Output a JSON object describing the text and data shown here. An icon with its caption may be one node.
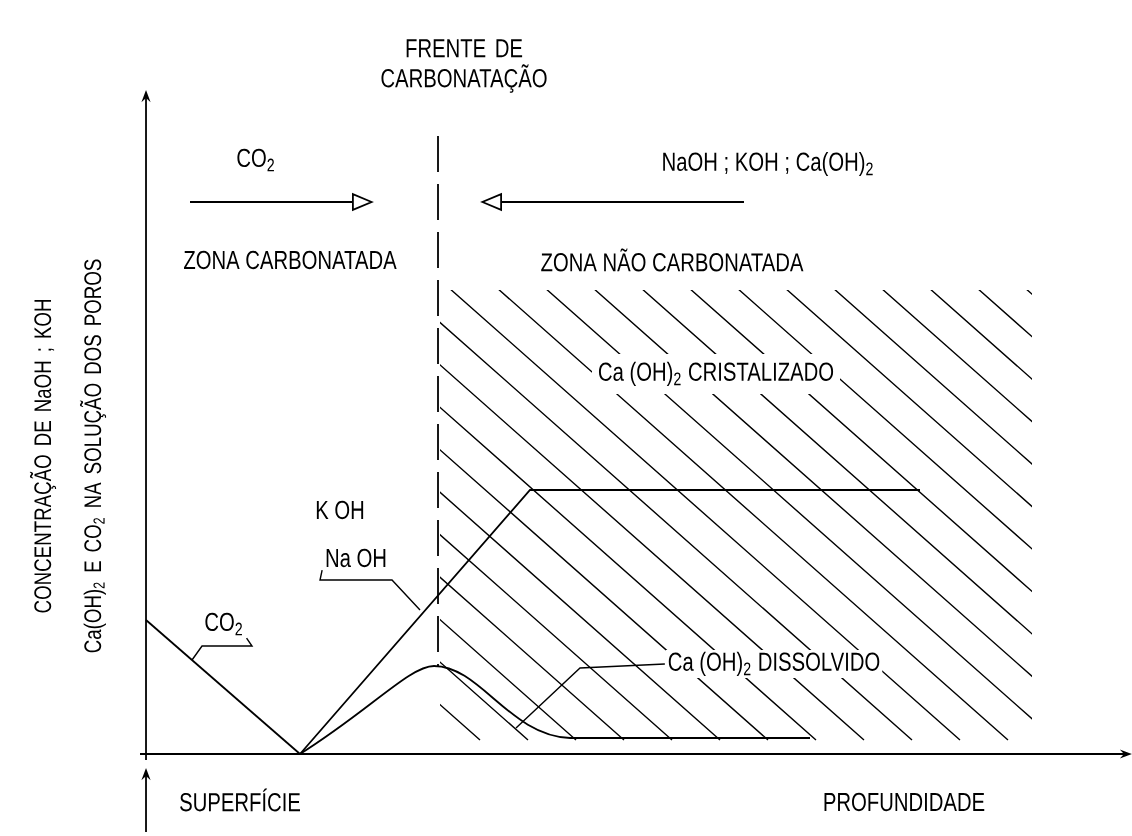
{
  "diagram": {
    "nodes": [
      {
        "text": [
          "CO$_{2}$"
        ]
      },
      {
        "text": [
          "Na OH"
        ]
      },
      {
        "text": [
          "Ca (OH)$_{2}$ DISSOLVIDO"
        ]
      }
    ],
    "edges": [
      {
        "from": 0,
        "to": null,
        "arrow": "none"
      },
      {
        "from": 1,
        "to": null,
        "arrow": "none"
      },
      {
        "from": 2,
        "to": null,
        "arrow": "none"
      }
    ],
    "labels": [
      "FRENTE DE CARBONATAÇÃO",
      "CO$_{2}$",
      "NaOH ; KOH ; Ca(OH)$_{2}$",
      "ZONA CARBONATADA",
      "ZONA NÃO CARBONATADA",
      "CONCENTRAÇÃO DE NaOH ; KOH Ca(OH)$_{2}$ E CO$_{2}$ NA SOLUÇÃO DOS POROS",
      "Ca (OH)$_{2}$ CRISTALIZADO",
      "K OH",
      "SUPERFÍCIE",
      "PROFUNDIDADE"
    ]
  }
}
